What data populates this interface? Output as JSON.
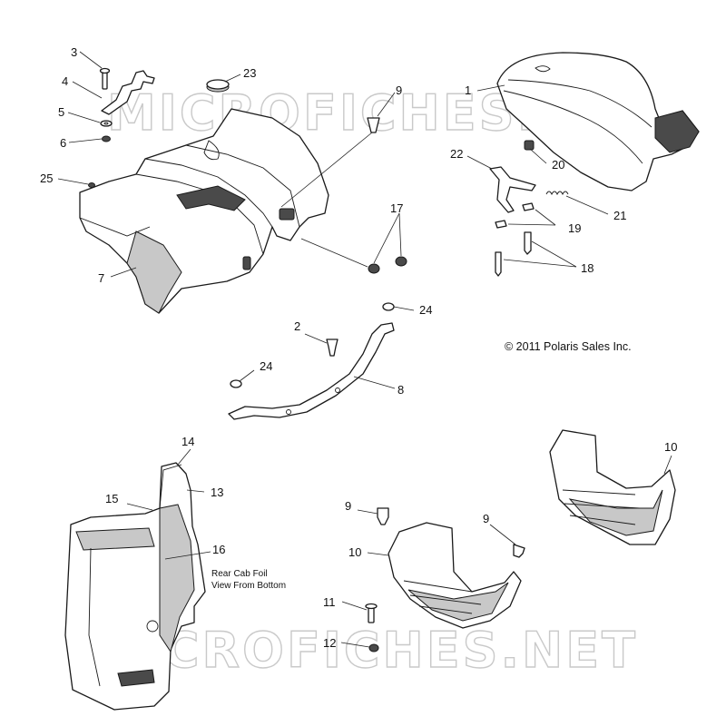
{
  "watermark": "MICROFICHES.NET",
  "copyright": "© 2011 Polaris Sales Inc.",
  "note_line1": "Rear Cab Foil",
  "note_line2": "View From Bottom",
  "callouts": {
    "c1": "1",
    "c2": "2",
    "c3": "3",
    "c4": "4",
    "c5": "5",
    "c6": "6",
    "c7": "7",
    "c8": "8",
    "c9a": "9",
    "c9b": "9",
    "c9c": "9",
    "c10a": "10",
    "c10b": "10",
    "c11": "11",
    "c12": "12",
    "c13": "13",
    "c14": "14",
    "c15": "15",
    "c16": "16",
    "c17": "17",
    "c18": "18",
    "c19": "19",
    "c20": "20",
    "c21": "21",
    "c22": "22",
    "c23": "23",
    "c24a": "24",
    "c24b": "24",
    "c25": "25"
  }
}
